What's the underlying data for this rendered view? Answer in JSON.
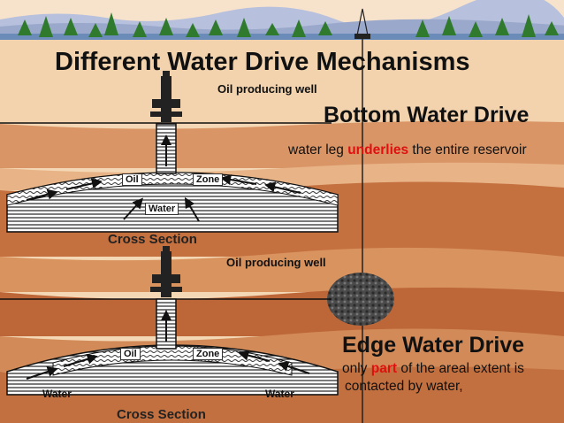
{
  "title": "Different Water Drive Mechanisms",
  "bottom_drive": {
    "heading": "Bottom Water Drive",
    "desc_pre": "water leg ",
    "desc_hl": "underlies",
    "desc_post": " the entire reservoir",
    "well_label": "Oil producing well",
    "oil_label": "Oil",
    "zone_label": "Zone",
    "water_label": "Water",
    "cross_section": "Cross Section"
  },
  "edge_drive": {
    "heading": "Edge Water Drive",
    "desc1_pre": "only ",
    "desc1_hl": "part",
    "desc1_post": " of the areal extent is",
    "desc2": "contacted by water,",
    "well_label": "Oil producing well",
    "oil_label": "Oil",
    "zone_label": "Zone",
    "water_left": "Water",
    "water_right": "Water",
    "cross_section": "Cross Section"
  },
  "colors": {
    "highlight": "#e01010",
    "sky": "#b8c3df",
    "rock": "#c77a4e"
  }
}
